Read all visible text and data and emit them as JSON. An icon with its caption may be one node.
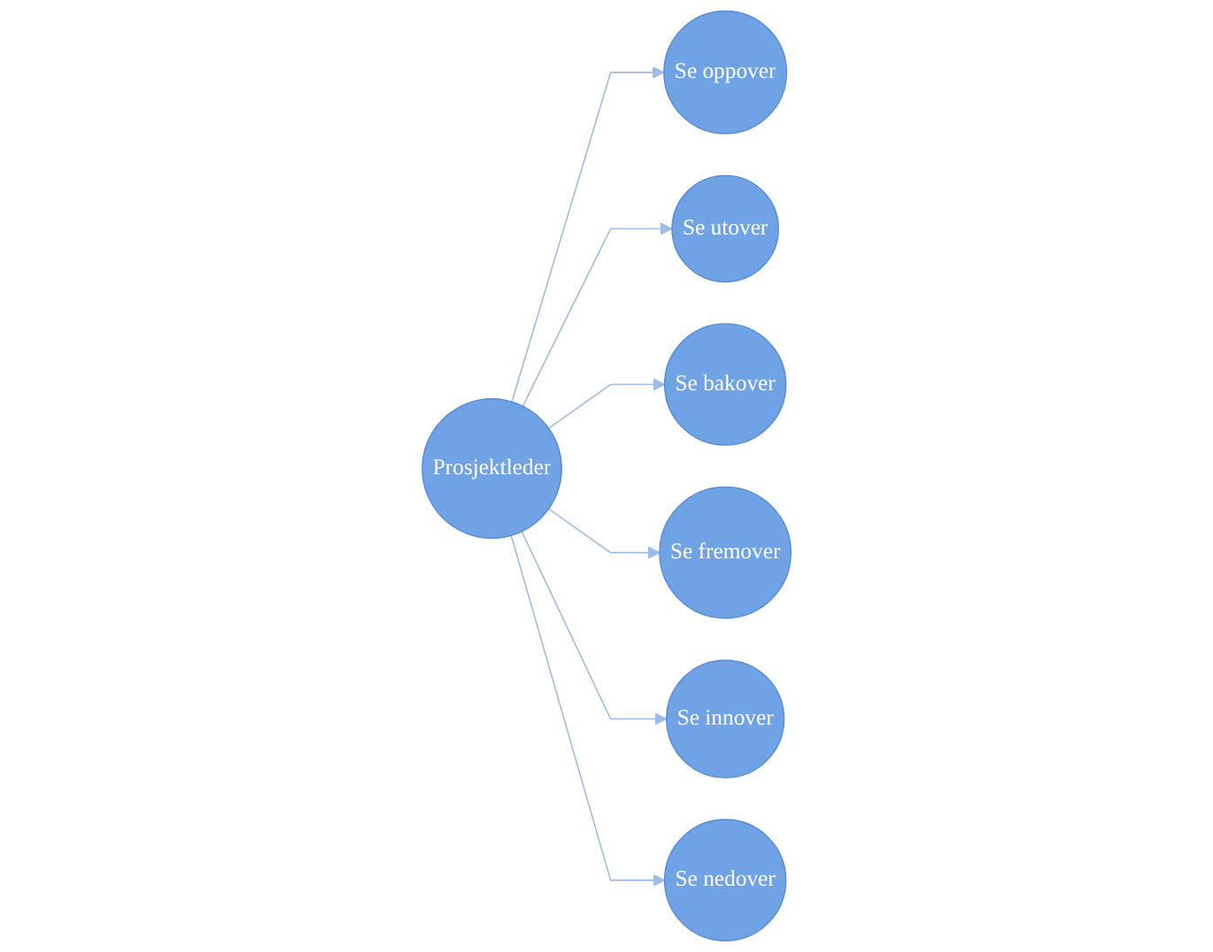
{
  "diagram": {
    "nodes": [
      {
        "text": [
          "Se oppover"
        ]
      },
      {
        "text": [
          "Se utover"
        ]
      },
      {
        "text": [
          "Se bakover"
        ]
      },
      {
        "text": [
          "Prosjektleder"
        ]
      },
      {
        "text": [
          "Se fremover"
        ]
      },
      {
        "text": [
          "Se innover"
        ]
      },
      {
        "text": [
          "Se nedover"
        ]
      }
    ],
    "edges": [
      {
        "from": 3,
        "to": 0,
        "arrow": "to"
      },
      {
        "from": 3,
        "to": 1,
        "arrow": "to"
      },
      {
        "from": 3,
        "to": 2,
        "arrow": "to"
      },
      {
        "from": 3,
        "to": 4,
        "arrow": "to"
      },
      {
        "from": 3,
        "to": 5,
        "arrow": "to"
      },
      {
        "from": 3,
        "to": 6,
        "arrow": "to"
      }
    ]
  }
}
